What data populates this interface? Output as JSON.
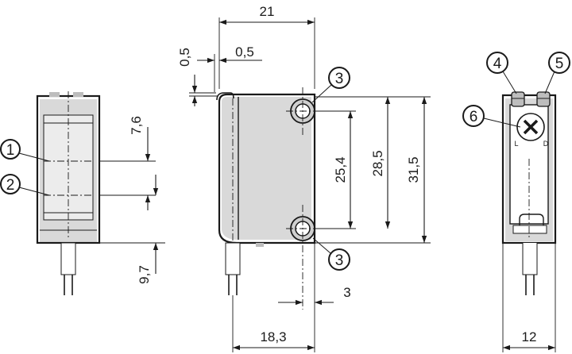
{
  "dimensions": {
    "overall_width": "21",
    "flange_offset_left": "0,5",
    "flange_offset_top": "0,5",
    "hole_spacing": "25,4",
    "height_mid": "28,5",
    "height_total": "31,5",
    "hole_edge_offset": "3",
    "bottom_width": "18,3",
    "front_top_offset": "7,6",
    "front_bottom_offset": "9,7",
    "side_width": "12"
  },
  "callouts": {
    "c1": "1",
    "c2": "2",
    "c3_top": "3",
    "c3_bottom": "3",
    "c4": "4",
    "c5": "5",
    "c6": "6"
  },
  "pot_labels": {
    "left": "L",
    "right": "D"
  }
}
